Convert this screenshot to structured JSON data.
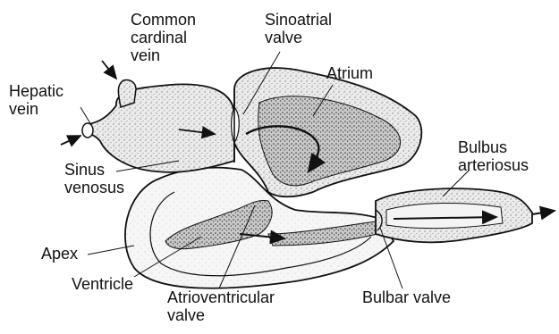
{
  "labels": {
    "common_cardinal_vein": "Common\ncardinal\nvein",
    "sinoatrial_valve": "Sinoatrial\nvalve",
    "atrium": "Atrium",
    "hepatic_vein": "Hepatic\nvein",
    "bulbus_arteriosus": "Bulbus\narteriosus",
    "sinus_venosus": "Sinus\nvenosus",
    "apex": "Apex",
    "ventricle": "Ventricle",
    "atrioventricular_valve": "Atrioventricular\nvalve",
    "bulbar_valve": "Bulbar valve"
  },
  "colors": {
    "ink": "#111111",
    "tissue_fill": "#e9e9e9",
    "ventricle_fill": "#f4f4f4",
    "lumen_fill": "#ffffff",
    "dark_stipple": "#9a9a9a"
  }
}
